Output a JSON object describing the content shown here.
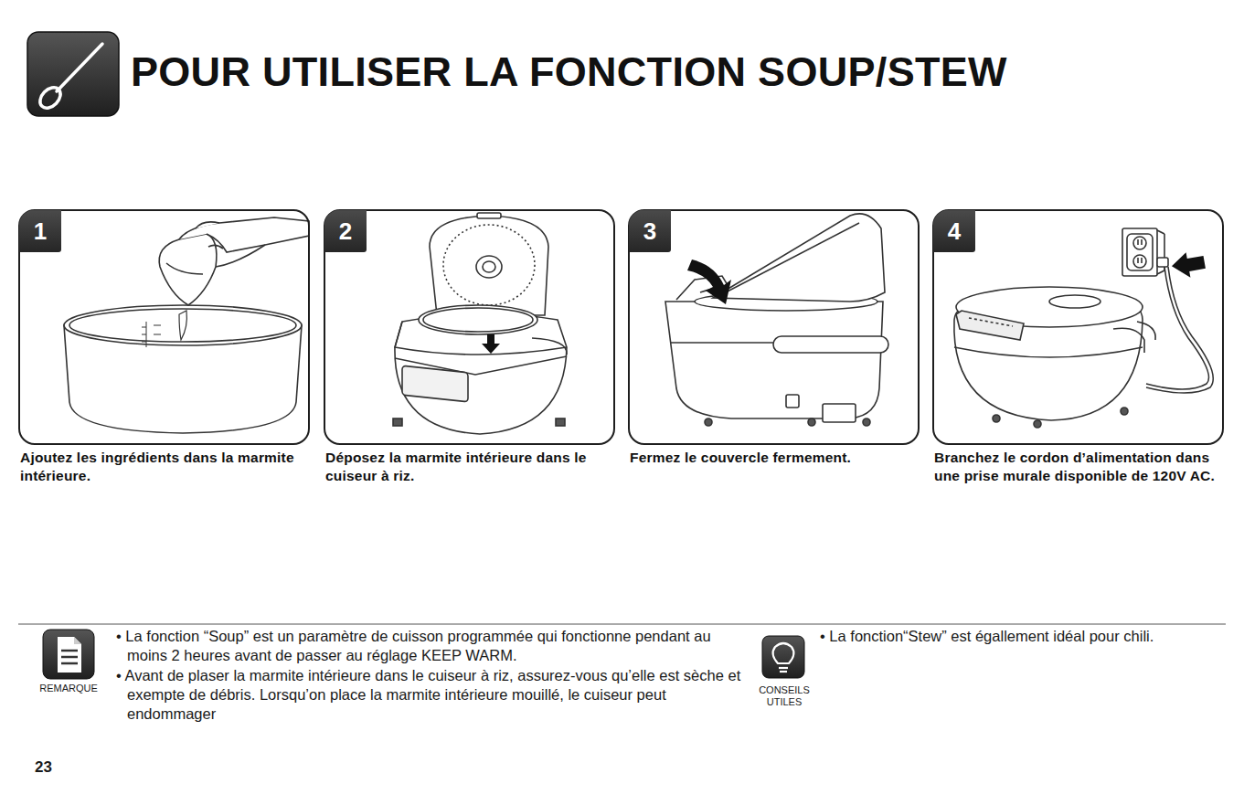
{
  "diagram": {
    "title": "POUR UTILISER LA FONCTION SOUP/STEW",
    "nodes": [
      {
        "text": [
          "Ajoutez les ingrédients dans la marmite intérieure."
        ]
      },
      {
        "text": [
          "1"
        ],
        "in": 0
      },
      {
        "text": [
          "Déposez la marmite intérieure dans le cuiseur à riz."
        ]
      },
      {
        "text": [
          "2"
        ],
        "in": 2
      },
      {
        "text": [
          "Fermez le couvercle fermement."
        ]
      },
      {
        "text": [
          "3"
        ],
        "in": 4
      },
      {
        "text": [
          "Branchez le cordon d’alimentation dans une prise murale disponible de 120V AC."
        ]
      },
      {
        "text": [
          "4"
        ],
        "in": 6
      }
    ],
    "labels": [
      "• La fonction “Soup” est un paramètre de cuisson programmée qui fonctionne pendant au moins 2 heures avant de passer au réglage KEEP WARM.",
      "• Avant de plaser la marmite intérieure dans le cuiseur à riz, assurez-vous qu’elle est sèche et exempte de débris. Lorsqu’on place la marmite intérieure mouillé, le cuiseur peut endommager",
      "REMARQUE",
      "• La fonction“Stew” est égallement idéal pour chili.",
      "CONSEILS UTILES",
      "23"
    ]
  }
}
